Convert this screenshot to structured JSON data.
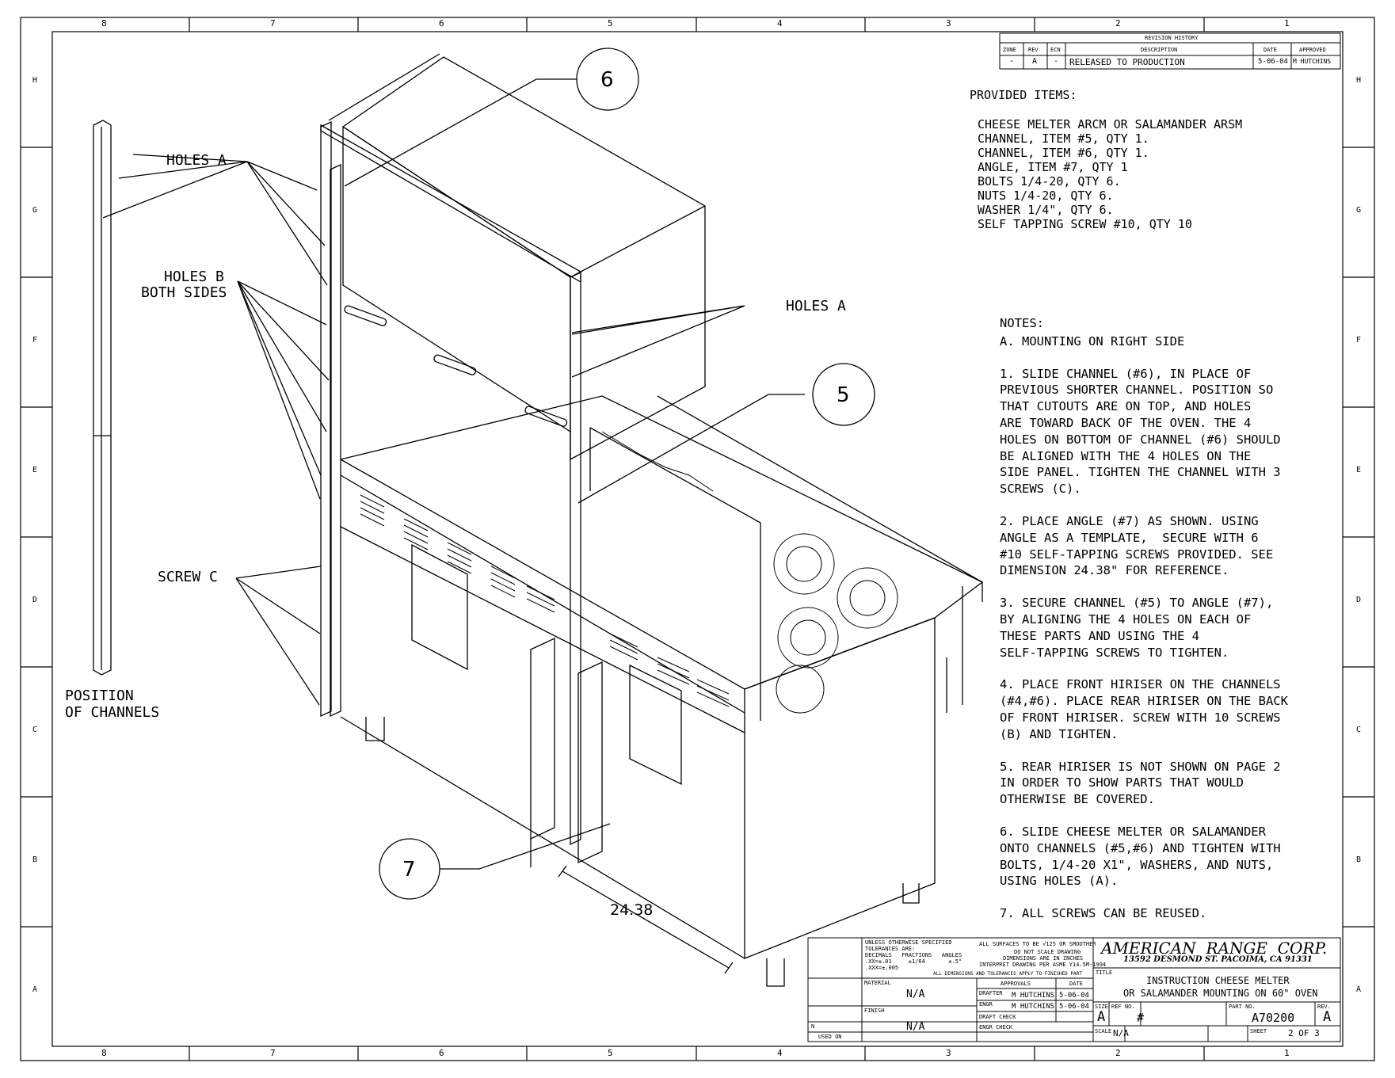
{
  "border": {
    "columns": [
      "8",
      "7",
      "6",
      "5",
      "4",
      "3",
      "2",
      "1"
    ],
    "rows": [
      "H",
      "G",
      "F",
      "E",
      "D",
      "C",
      "B",
      "A"
    ]
  },
  "revision": {
    "title": "REVISION HISTORY",
    "headers": [
      "ZONE",
      "REV",
      "ECN",
      "DESCRIPTION",
      "DATE",
      "APPROVED"
    ],
    "row": [
      "-",
      "A",
      "-",
      "RELEASED TO PRODUCTION",
      "5-06-04",
      "M HUTCHINS"
    ]
  },
  "provided": {
    "heading": "PROVIDED ITEMS:",
    "items": [
      "CHEESE MELTER ARCM OR SALAMANDER ARSM",
      "CHANNEL, ITEM #5, QTY 1.",
      "CHANNEL, ITEM #6, QTY 1.",
      "ANGLE, ITEM #7, QTY 1",
      "BOLTS 1/4-20, QTY 6.",
      "NUTS 1/4-20, QTY 6.",
      "WASHER 1/4\", QTY 6.",
      "SELF TAPPING SCREW #10, QTY 10"
    ]
  },
  "notes": {
    "heading": "NOTES:",
    "sub": "A. MOUNTING ON RIGHT SIDE",
    "n1": [
      "1. SLIDE CHANNEL (#6), IN PLACE OF",
      "PREVIOUS SHORTER CHANNEL. POSITION SO",
      "THAT CUTOUTS ARE ON TOP, AND HOLES",
      "ARE TOWARD BACK OF THE OVEN. THE 4",
      "HOLES ON BOTTOM OF CHANNEL (#6) SHOULD",
      "BE ALIGNED WITH THE 4 HOLES ON THE",
      "SIDE PANEL. TIGHTEN THE CHANNEL WITH 3",
      "SCREWS (C)."
    ],
    "n2": [
      "2. PLACE ANGLE (#7) AS SHOWN. USING",
      "ANGLE AS A TEMPLATE,  SECURE WITH 6",
      "#10 SELF-TAPPING SCREWS PROVIDED. SEE",
      "DIMENSION 24.38\" FOR REFERENCE."
    ],
    "n3": [
      "3. SECURE CHANNEL (#5) TO ANGLE (#7),",
      "BY ALIGNING THE 4 HOLES ON EACH OF",
      "THESE PARTS AND USING THE 4",
      "SELF-TAPPING SCREWS TO TIGHTEN."
    ],
    "n4": [
      "4. PLACE FRONT HIRISER ON THE CHANNELS",
      "(#4,#6). PLACE REAR HIRISER ON THE BACK",
      "OF FRONT HIRISER. SCREW WITH 10 SCREWS",
      "(B) AND TIGHTEN."
    ],
    "n5": [
      "5. REAR HIRISER IS NOT SHOWN ON PAGE 2",
      "IN ORDER TO SHOW PARTS THAT WOULD",
      "OTHERWISE BE COVERED."
    ],
    "n6": [
      "6. SLIDE CHEESE MELTER OR SALAMANDER",
      "ONTO CHANNELS (#5,#6) AND TIGHTEN WITH",
      "BOLTS, 1/4-20 X1\", WASHERS, AND NUTS,",
      "USING HOLES (A)."
    ],
    "n7": [
      "7. ALL SCREWS CAN BE REUSED."
    ]
  },
  "callouts": {
    "holes_a": "HOLES A",
    "holes_a2": "HOLES A",
    "holes_b1": "HOLES B",
    "holes_b2": "BOTH SIDES",
    "screw_c": "SCREW C",
    "position1": "POSITION",
    "position2": "OF CHANNELS",
    "balloon_6": "6",
    "balloon_5": "5",
    "balloon_7": "7",
    "dimension": "24.38"
  },
  "title_block": {
    "company": "AMERICAN  RANGE  CORP.",
    "address": "13592 DESMOND ST. PACOIMA, CA 91331",
    "title_label": "TITLE",
    "title1": "INSTRUCTION CHEESE MELTER",
    "title2": "OR SALAMANDER MOUNTING ON 60\" OVEN",
    "tol1": "UNLESS OTHERWISE SPECIFIED",
    "tol2": "TOLERANCES ARE:",
    "tol3": "DECIMALS   FRACTIONS   ANGLES",
    "tol4": ".XX=±.01     ±1/64       ±.5°",
    "tol5": ".XXX=±.005",
    "tol6": "ALL DIMENSIONS AND TOLERANCES APPLY TO FINISHED PART",
    "surf1": "ALL SURFACES TO BE √125 OR SMOOTHER",
    "surf2": "DO NOT SCALE DRAWING",
    "surf3": "DIMENSIONS ARE IN INCHES",
    "surf4": "INTERPRET DRAWING PER ASME Y14.5M-1994",
    "material_label": "MATERIAL",
    "material": "N/A",
    "finish_label": "FINISH",
    "finish": "N/A",
    "next_assy": "N",
    "used_on": "USED ON",
    "approvals": "APPROVALS",
    "date_label": "DATE",
    "drafter_label": "DRAFTER",
    "drafter": "M HUTCHINS",
    "drafter_date": "5-06-04",
    "engr_label": "ENGR",
    "engr": "M HUTCHINS",
    "engr_date": "5-06-04",
    "draft_check": "DRAFT CHECK",
    "engr_check": "ENGR CHECK",
    "size_label": "SIZE",
    "size": "A",
    "ref_label": "REF NO.",
    "ref": "#",
    "part_label": "PART NO.",
    "part": "A70200",
    "rev_label": "REV.",
    "rev": "A",
    "scale_label": "SCALE",
    "scale": "N/A",
    "sheet_label": "SHEET",
    "sheet": "2 OF 3"
  }
}
